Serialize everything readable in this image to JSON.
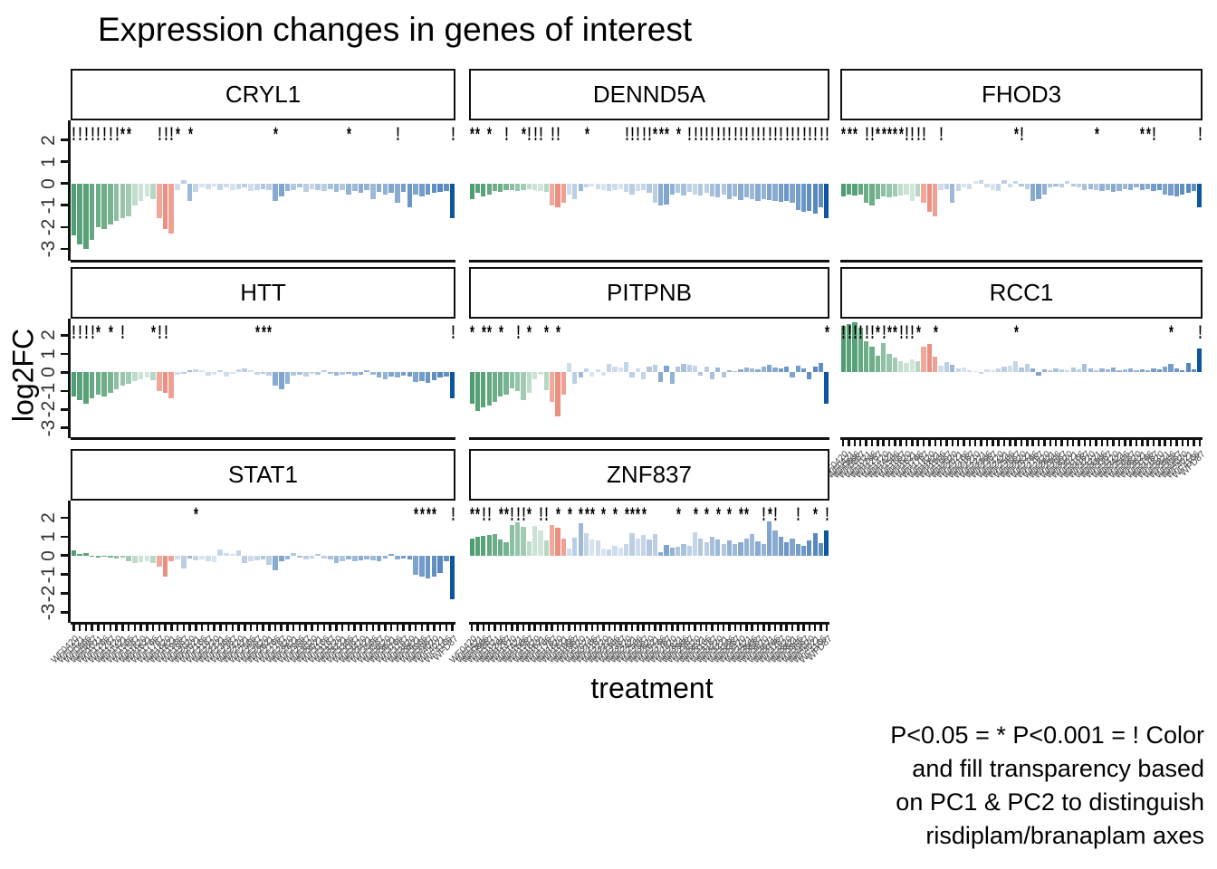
{
  "title": "Expression changes in genes of interest",
  "y_axis": {
    "label": "log2FC",
    "ticks": [
      2,
      1,
      0,
      -1,
      -2,
      -3
    ]
  },
  "x_axis": {
    "label": "treatment",
    "tick_labels_note": "63 rotated treatment-code labels, heavily overlapped and largely illegible at source resolution; approximations below",
    "tick_labels": [
      "WF0420",
      "WF0421",
      "WF0866",
      "WF0867",
      "WF1021",
      "WF1266",
      "WF1267",
      "WF1420",
      "WF1421",
      "WF1566",
      "WF1567",
      "WF1620",
      "WF1621",
      "WF1766",
      "WF1767",
      "WF1820",
      "WF1821",
      "WF1966",
      "WF1967",
      "WF2020",
      "WF2021",
      "WF2166",
      "WF2167",
      "WF2220",
      "WF2221",
      "WF2366",
      "WF2367",
      "WF2420",
      "WF2421",
      "WF2566",
      "WF2567",
      "WF2620",
      "WF2621",
      "WF2766",
      "WF2767",
      "WF2820",
      "WF2821",
      "WF2966",
      "WF2967",
      "WF3020",
      "WF3021",
      "WF3166",
      "WF3167",
      "WF3220",
      "WF3221",
      "WF3366",
      "WF3367",
      "WF3420",
      "WF3421",
      "WF3566",
      "WF3567",
      "WF3620",
      "WF3621",
      "WF3766",
      "WF3767",
      "WF3820",
      "WF3821",
      "WF3966",
      "WF3967",
      "WF4020",
      "WF4021",
      "WF4166",
      "WFD87"
    ]
  },
  "caption": {
    "line1": "P<0.05 = * P<0.001 = ! Color",
    "line2": "and fill transparency based",
    "line3": "on PC1 & PC2 to distinguish",
    "line4": "risdiplam/branaplam axes"
  },
  "chart_data": {
    "type": "bar",
    "facet_grid": "3 columns x 3 rows, 8 facets",
    "ylim": [
      -3,
      2
    ],
    "grid": "off",
    "significance_legend": {
      "*": "P<0.05",
      "!": "P<0.001"
    },
    "palette": {
      "green": "#2f8b57",
      "red": "#e4604b",
      "blue": "#3b73b2",
      "navy": "#0d559e"
    },
    "color_groups": {
      "green": [
        0,
        13
      ],
      "red": [
        14,
        16
      ],
      "blue": [
        17,
        61
      ],
      "navy": [
        62,
        62
      ]
    },
    "shared_alpha": [
      0.85,
      0.8,
      0.8,
      0.75,
      0.7,
      0.7,
      0.65,
      0.55,
      0.5,
      0.45,
      0.3,
      0.25,
      0.22,
      0.35,
      0.55,
      0.7,
      0.6,
      0.25,
      0.35,
      0.5,
      0.3,
      0.2,
      0.25,
      0.2,
      0.3,
      0.25,
      0.2,
      0.3,
      0.35,
      0.25,
      0.3,
      0.4,
      0.35,
      0.6,
      0.65,
      0.55,
      0.4,
      0.45,
      0.35,
      0.3,
      0.4,
      0.35,
      0.45,
      0.5,
      0.4,
      0.55,
      0.5,
      0.6,
      0.55,
      0.5,
      0.6,
      0.55,
      0.65,
      0.6,
      0.7,
      0.75,
      0.65,
      0.7,
      0.75,
      0.8,
      0.85,
      0.8,
      1
    ],
    "facets": [
      {
        "label": "CRYL1",
        "row": 0,
        "col": 0,
        "y_axis": true,
        "x_labels": false,
        "values": [
          -2.4,
          -2.8,
          -3.0,
          -2.6,
          -2.0,
          -2.1,
          -1.9,
          -1.7,
          -1.6,
          -1.5,
          -1.0,
          -0.8,
          -0.6,
          -0.7,
          -1.6,
          -2.1,
          -2.3,
          -0.3,
          0.15,
          -0.8,
          -0.4,
          -0.2,
          -0.25,
          -0.15,
          -0.3,
          -0.2,
          -0.3,
          -0.25,
          -0.2,
          -0.35,
          -0.3,
          -0.25,
          -0.3,
          -0.8,
          -0.6,
          -0.35,
          -0.3,
          -0.2,
          -0.4,
          -0.25,
          -0.3,
          -0.35,
          -0.25,
          -0.4,
          -0.3,
          -0.5,
          -0.35,
          -0.45,
          -0.3,
          -0.7,
          -0.4,
          -0.5,
          -0.45,
          -0.9,
          -0.4,
          -1.1,
          -0.5,
          -0.6,
          -0.5,
          -0.45,
          -0.4,
          -0.35,
          -1.6
        ],
        "sig": {
          "0": "!",
          "1": "!",
          "2": "!",
          "3": "!",
          "4": "!",
          "5": "!",
          "6": "!",
          "7": "!",
          "8": "*",
          "9": "*",
          "14": "!",
          "15": "!",
          "16": "!",
          "17": "*",
          "19": "*",
          "33": "*",
          "45": "*",
          "53": "!",
          "62": "!"
        }
      },
      {
        "label": "DENND5A",
        "row": 0,
        "col": 1,
        "y_axis": false,
        "x_labels": false,
        "values": [
          -0.7,
          -0.45,
          -0.6,
          -0.5,
          -0.35,
          -0.4,
          -0.3,
          -0.3,
          -0.35,
          -0.3,
          -0.25,
          -0.3,
          -0.35,
          -0.4,
          -1.0,
          -1.1,
          -0.9,
          -0.5,
          -0.7,
          -0.35,
          -0.2,
          -0.15,
          -0.25,
          -0.3,
          -0.35,
          -0.3,
          -0.25,
          -0.4,
          -0.5,
          -0.35,
          -0.3,
          -0.45,
          -0.9,
          -1.0,
          -0.95,
          -0.5,
          -0.45,
          -0.55,
          -0.4,
          -0.5,
          -0.55,
          -0.45,
          -0.6,
          -0.65,
          -0.5,
          -0.7,
          -0.6,
          -0.75,
          -0.65,
          -0.7,
          -0.8,
          -0.7,
          -0.75,
          -0.8,
          -0.85,
          -0.8,
          -0.9,
          -1.2,
          -1.3,
          -1.25,
          -1.4,
          -1.1,
          -1.6
        ],
        "sig": {
          "0": "*",
          "1": "*",
          "3": "*",
          "6": "!",
          "9": "*",
          "10": "!",
          "11": "!",
          "12": "!",
          "14": "!",
          "15": "!",
          "20": "*",
          "27": "!",
          "28": "!",
          "29": "!",
          "30": "!",
          "31": "!",
          "32": "*",
          "33": "*",
          "34": "*",
          "36": "*",
          "38": "!",
          "39": "!",
          "40": "!",
          "41": "!",
          "42": "!",
          "43": "!",
          "44": "!",
          "45": "!",
          "46": "!",
          "47": "!",
          "48": "!",
          "49": "!",
          "50": "!",
          "51": "!",
          "52": "!",
          "53": "!",
          "54": "!",
          "55": "!",
          "56": "!",
          "57": "!",
          "58": "!",
          "59": "!",
          "60": "!",
          "61": "!",
          "62": "!"
        }
      },
      {
        "label": "FHOD3",
        "row": 0,
        "col": 2,
        "y_axis": false,
        "x_labels": false,
        "values": [
          -0.6,
          -0.5,
          -0.55,
          -0.5,
          -0.9,
          -1.0,
          -0.7,
          -0.6,
          -0.65,
          -0.6,
          -0.55,
          -0.5,
          -0.8,
          -0.6,
          -0.9,
          -1.3,
          -1.5,
          -0.3,
          -0.25,
          -0.9,
          -0.35,
          -0.2,
          -0.25,
          0.1,
          0.15,
          -0.2,
          -0.3,
          -0.35,
          0.15,
          -0.2,
          0.1,
          -0.15,
          -0.25,
          -0.8,
          -0.7,
          -0.5,
          -0.2,
          -0.15,
          -0.2,
          0.1,
          -0.15,
          -0.2,
          -0.3,
          -0.25,
          -0.3,
          -0.35,
          -0.3,
          -0.4,
          -0.35,
          -0.25,
          -0.3,
          -0.2,
          -0.3,
          -0.25,
          -0.35,
          -0.3,
          -0.5,
          -0.55,
          -0.6,
          -0.5,
          -0.45,
          -0.35,
          -1.1
        ],
        "sig": {
          "0": "*",
          "1": "*",
          "2": "*",
          "4": "!",
          "5": "!",
          "6": "*",
          "7": "*",
          "8": "*",
          "9": "*",
          "10": "*",
          "11": "!",
          "12": "!",
          "13": "!",
          "14": "!",
          "17": "!",
          "30": "*",
          "31": "!",
          "44": "*",
          "52": "*",
          "53": "*",
          "54": "!",
          "62": "!"
        }
      },
      {
        "label": "HTT",
        "row": 1,
        "col": 0,
        "y_axis": true,
        "x_labels": false,
        "values": [
          -1.3,
          -1.5,
          -1.7,
          -1.4,
          -1.2,
          -1.3,
          -1.1,
          -0.9,
          -0.7,
          -0.6,
          -0.45,
          -0.35,
          -0.3,
          -0.4,
          -1.0,
          -1.1,
          -1.4,
          -0.15,
          -0.1,
          0.1,
          0.15,
          0.1,
          -0.2,
          -0.15,
          0.1,
          -0.25,
          -0.1,
          0.15,
          0.2,
          0.1,
          -0.15,
          -0.1,
          -0.2,
          -0.7,
          -0.9,
          -0.6,
          -0.2,
          -0.15,
          -0.25,
          -0.1,
          -0.15,
          0.1,
          -0.1,
          -0.2,
          -0.15,
          -0.1,
          -0.2,
          -0.15,
          0.1,
          -0.15,
          -0.3,
          -0.35,
          -0.25,
          -0.3,
          -0.2,
          -0.25,
          -0.5,
          -0.45,
          -0.55,
          -0.4,
          -0.3,
          -0.25,
          -1.4
        ],
        "sig": {
          "0": "!",
          "1": "!",
          "2": "!",
          "3": "!",
          "4": "*",
          "6": "*",
          "8": "!",
          "13": "*",
          "14": "!",
          "15": "!",
          "30": "*",
          "31": "*",
          "32": "*",
          "62": "!"
        }
      },
      {
        "label": "PITPNB",
        "row": 1,
        "col": 1,
        "y_axis": false,
        "x_labels": false,
        "values": [
          -1.7,
          -2.1,
          -1.9,
          -1.8,
          -1.6,
          -1.3,
          -1.2,
          -0.85,
          -1.0,
          -1.5,
          -1.1,
          -0.35,
          -0.15,
          -0.95,
          -1.6,
          -2.4,
          -1.2,
          0.5,
          -0.6,
          -0.3,
          0.2,
          -0.25,
          0.15,
          -0.2,
          0.45,
          0.3,
          0.25,
          0.55,
          -0.3,
          0.2,
          -0.35,
          0.3,
          0.4,
          -0.5,
          0.35,
          -0.6,
          0.3,
          0.45,
          0.4,
          0.35,
          -0.2,
          0.3,
          -0.35,
          0.25,
          -0.3,
          0.1,
          0.05,
          0.15,
          0.25,
          0.2,
          0.15,
          0.3,
          0.4,
          0.25,
          0.2,
          0.3,
          -0.3,
          0.35,
          0.2,
          -0.35,
          0.3,
          0.5,
          -1.7
        ],
        "sig": {
          "0": "*",
          "2": "*",
          "3": "*",
          "5": "*",
          "8": "!",
          "10": "*",
          "13": "*",
          "15": "*",
          "62": "*"
        }
      },
      {
        "label": "RCC1",
        "row": 1,
        "col": 2,
        "y_axis": false,
        "x_labels": true,
        "values": [
          2.5,
          2.6,
          2.7,
          2.4,
          1.7,
          1.4,
          0.9,
          1.6,
          1.0,
          0.8,
          0.6,
          0.5,
          0.7,
          0.6,
          1.4,
          1.55,
          0.85,
          0.35,
          0.55,
          0.4,
          0.2,
          0.25,
          0.1,
          0.05,
          -0.1,
          0.15,
          0.1,
          0.2,
          0.3,
          0.35,
          0.6,
          0.25,
          0.45,
          0.2,
          -0.2,
          0.15,
          0.1,
          0.2,
          0.15,
          0.1,
          0.25,
          0.15,
          0.45,
          0.2,
          0.1,
          0.2,
          0.15,
          0.25,
          0.1,
          0.15,
          0.2,
          0.1,
          0.15,
          0.1,
          0.2,
          0.15,
          0.3,
          0.45,
          0.2,
          0.1,
          0.5,
          0.15,
          1.3
        ],
        "sig": {
          "0": "!",
          "1": "!",
          "2": "!",
          "3": "!",
          "4": "!",
          "5": "!",
          "6": "*",
          "7": "!",
          "8": "*",
          "9": "*",
          "10": "!",
          "11": "!",
          "12": "!",
          "13": "*",
          "16": "*",
          "30": "*",
          "57": "*",
          "62": "!"
        }
      },
      {
        "label": "STAT1",
        "row": 2,
        "col": 0,
        "y_axis": true,
        "x_labels": true,
        "values": [
          0.25,
          0.1,
          0.15,
          -0.05,
          -0.1,
          -0.05,
          -0.1,
          -0.15,
          -0.1,
          -0.3,
          -0.4,
          -0.35,
          -0.3,
          -0.4,
          -0.6,
          -1.1,
          -0.3,
          -0.2,
          -0.7,
          -0.15,
          -0.25,
          -0.2,
          -0.3,
          -0.35,
          0.3,
          0.15,
          0.1,
          0.25,
          -0.4,
          -0.3,
          -0.25,
          -0.2,
          -0.5,
          -0.8,
          -0.3,
          -0.2,
          0.15,
          -0.1,
          -0.2,
          -0.15,
          0.1,
          -0.15,
          -0.2,
          -0.4,
          -0.3,
          -0.2,
          -0.3,
          -0.25,
          -0.2,
          -0.25,
          -0.3,
          -0.15,
          0.1,
          -0.2,
          -0.15,
          -0.2,
          -1.0,
          -1.1,
          -1.2,
          -1.1,
          -0.9,
          -0.3,
          -2.3
        ],
        "sig": {
          "20": "*",
          "56": "*",
          "57": "*",
          "58": "*",
          "59": "*",
          "62": "!"
        }
      },
      {
        "label": "ZNF837",
        "row": 2,
        "col": 1,
        "y_axis": false,
        "x_labels": true,
        "values": [
          0.9,
          1.0,
          1.05,
          1.1,
          1.15,
          0.85,
          0.7,
          1.6,
          1.75,
          1.5,
          0.75,
          1.55,
          1.3,
          0.8,
          1.6,
          1.45,
          0.9,
          0.35,
          0.95,
          1.7,
          1.2,
          0.85,
          0.8,
          0.35,
          0.3,
          0.5,
          0.4,
          0.6,
          1.2,
          0.9,
          1.1,
          0.85,
          1.15,
          0.2,
          0.55,
          0.4,
          0.45,
          0.6,
          0.5,
          1.25,
          0.9,
          0.7,
          1.0,
          0.85,
          0.6,
          0.8,
          0.6,
          0.7,
          0.9,
          1.15,
          0.75,
          0.6,
          1.8,
          1.3,
          1.0,
          0.7,
          0.9,
          0.6,
          0.5,
          0.8,
          1.2,
          0.65,
          1.3
        ],
        "sig": {
          "0": "*",
          "1": "*",
          "2": "!",
          "3": "!",
          "5": "*",
          "6": "*",
          "7": "!",
          "8": "!",
          "9": "!",
          "10": "*",
          "12": "!",
          "13": "!",
          "15": "*",
          "17": "*",
          "19": "*",
          "20": "*",
          "21": "*",
          "23": "*",
          "25": "*",
          "27": "*",
          "28": "*",
          "29": "*",
          "30": "*",
          "36": "*",
          "39": "*",
          "41": "*",
          "43": "*",
          "45": "*",
          "47": "*",
          "48": "*",
          "51": "!",
          "52": "*",
          "53": "!",
          "57": "!",
          "60": "*",
          "62": "!"
        }
      }
    ]
  }
}
